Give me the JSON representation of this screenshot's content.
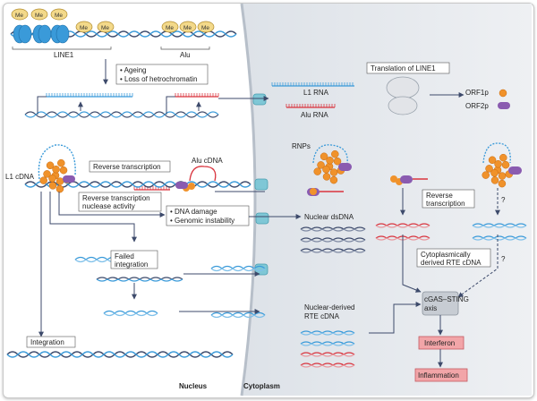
{
  "regions": {
    "nucleus": "Nucleus",
    "cytoplasm": "Cytoplasm"
  },
  "labels": {
    "me": "Me",
    "line1": "LINE1",
    "alu": "Alu",
    "ageing": "• Ageing",
    "hetero": "• Loss of hetrochromatin",
    "l1rna": "L1 RNA",
    "alurna": "Alu RNA",
    "translation": "Translation of LINE1",
    "orf1p": "ORF1p",
    "orf2p": "ORF2p",
    "rnps": "RNPs",
    "l1cdna": "L1 cDNA",
    "rt": "Reverse transcription",
    "alucdna": "Alu cDNA",
    "rtnuc1": "Reverse transcription",
    "rtnuc2": "nuclease activity",
    "dnadamage": "• DNA damage",
    "genomic": "• Genomic instability",
    "nucdsdna": "Nuclear dsDNA",
    "rt2a": "Reverse",
    "rt2b": "transcription",
    "q": "?",
    "failed1": "Failed",
    "failed2": "integration",
    "cyto1": "Cytoplasmically",
    "cyto2": "derived RTE cDNA",
    "nucder1": "Nuclear-derived",
    "nucder2": "RTE cDNA",
    "cgas1": "cGAS–STING",
    "cgas2": "axis",
    "interferon": "Interferon",
    "inflammation": "Inflammation",
    "integration": "Integration"
  },
  "colors": {
    "dna_dark": "#3d4a6b",
    "dna_blue": "#3a9ad9",
    "red": "#d9343e",
    "pink": "#e8989e",
    "me_fill": "#f3d98a",
    "orange": "#f0922b",
    "purple": "#8a5bb0",
    "cytoplasm": "#e6eaee",
    "pink_box": "#f2a5a8"
  }
}
